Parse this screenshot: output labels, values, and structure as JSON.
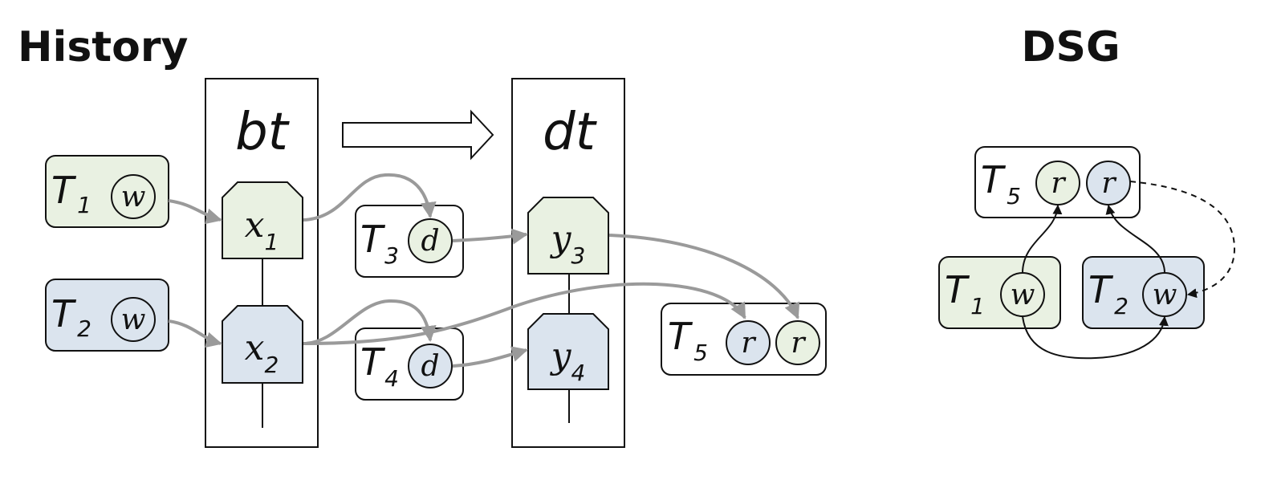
{
  "colors": {
    "green_fill": "#e9f1e2",
    "blue_fill": "#dbe4ee",
    "white_fill": "#ffffff",
    "stroke": "#111111",
    "gray_arrow": "#9a9a9a"
  },
  "history": {
    "title": "History",
    "bt_label": "bt",
    "dt_label": "dt",
    "txn_t1": {
      "letter": "T",
      "sub": "1",
      "op": "w"
    },
    "txn_t2": {
      "letter": "T",
      "sub": "2",
      "op": "w"
    },
    "txn_t3": {
      "letter": "T",
      "sub": "3",
      "op": "d"
    },
    "txn_t4": {
      "letter": "T",
      "sub": "4",
      "op": "d"
    },
    "txn_t5": {
      "letter": "T",
      "sub": "5",
      "op1": "r",
      "op2": "r"
    },
    "node_x1": {
      "letter": "x",
      "sub": "1"
    },
    "node_x2": {
      "letter": "x",
      "sub": "2"
    },
    "node_y3": {
      "letter": "y",
      "sub": "3"
    },
    "node_y4": {
      "letter": "y",
      "sub": "4"
    }
  },
  "dsg": {
    "title": "DSG",
    "txn_t5": {
      "letter": "T",
      "sub": "5",
      "op1": "r",
      "op2": "r"
    },
    "txn_t1": {
      "letter": "T",
      "sub": "1",
      "op": "w"
    },
    "txn_t2": {
      "letter": "T",
      "sub": "2",
      "op": "w"
    }
  }
}
